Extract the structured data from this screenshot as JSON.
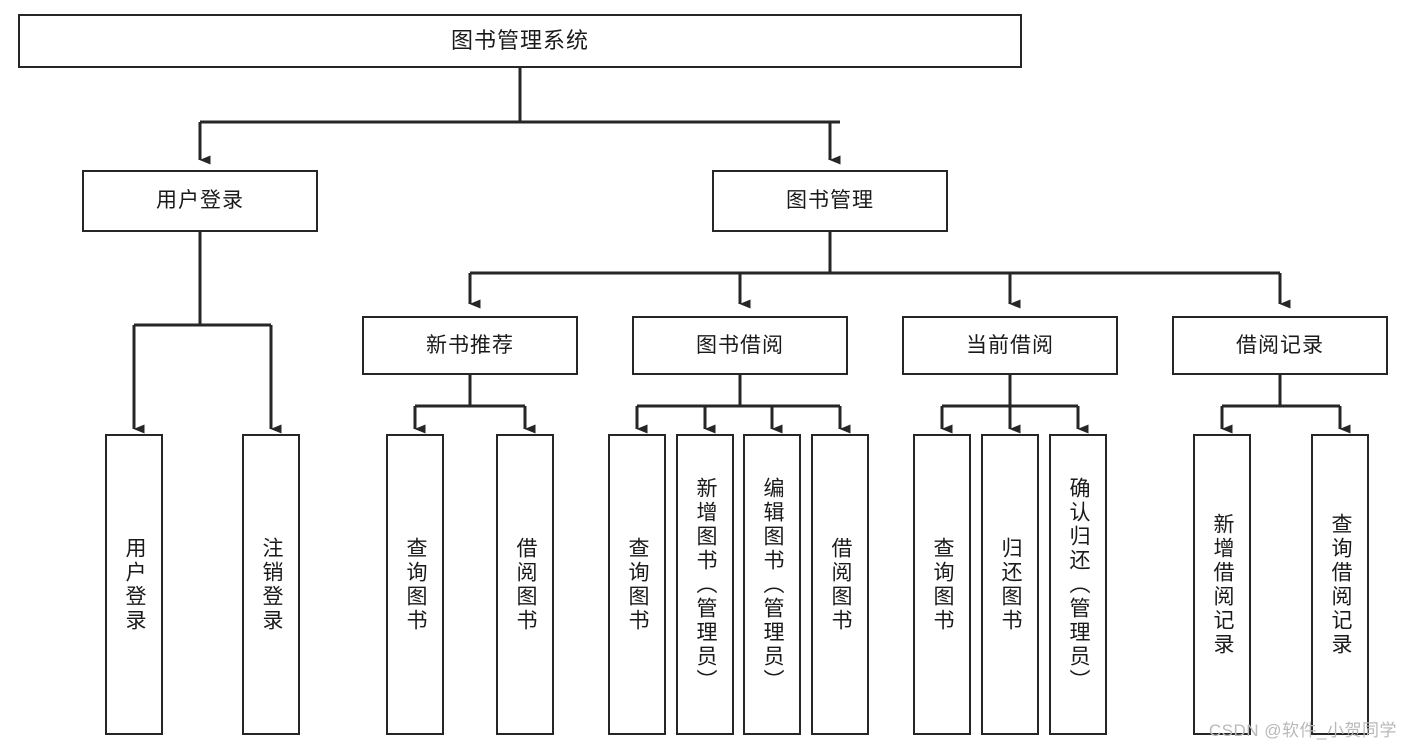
{
  "diagram": {
    "title": "图书管理系统",
    "watermark": "CSDN @软件_小贺同学",
    "line_color": "#262626",
    "box_border_color": "#262626",
    "box_fill_color": "#ffffff",
    "text_color": "#1a1a1a",
    "watermark_color": "#b9b9b9"
  },
  "levels": {
    "root": {
      "label": "图书管理系统"
    },
    "level2": [
      {
        "label": "用户登录"
      },
      {
        "label": "图书管理"
      }
    ],
    "level3": [
      {
        "label": "新书推荐"
      },
      {
        "label": "图书借阅"
      },
      {
        "label": "当前借阅"
      },
      {
        "label": "借阅记录"
      }
    ],
    "leaves": {
      "user_login": [
        {
          "label": "用户登录"
        },
        {
          "label": "注销登录"
        }
      ],
      "new_book": [
        {
          "label": "查询图书"
        },
        {
          "label": "借阅图书"
        }
      ],
      "book_borrow": [
        {
          "label": "查询图书"
        },
        {
          "label": "新增图书（管理员）"
        },
        {
          "label": "编辑图书（管理员）"
        },
        {
          "label": "借阅图书"
        }
      ],
      "current_borrow": [
        {
          "label": "查询图书"
        },
        {
          "label": "归还图书"
        },
        {
          "label": "确认归还（管理员）"
        }
      ],
      "borrow_record": [
        {
          "label": "新增借阅记录"
        },
        {
          "label": "查询借阅记录"
        }
      ]
    }
  }
}
